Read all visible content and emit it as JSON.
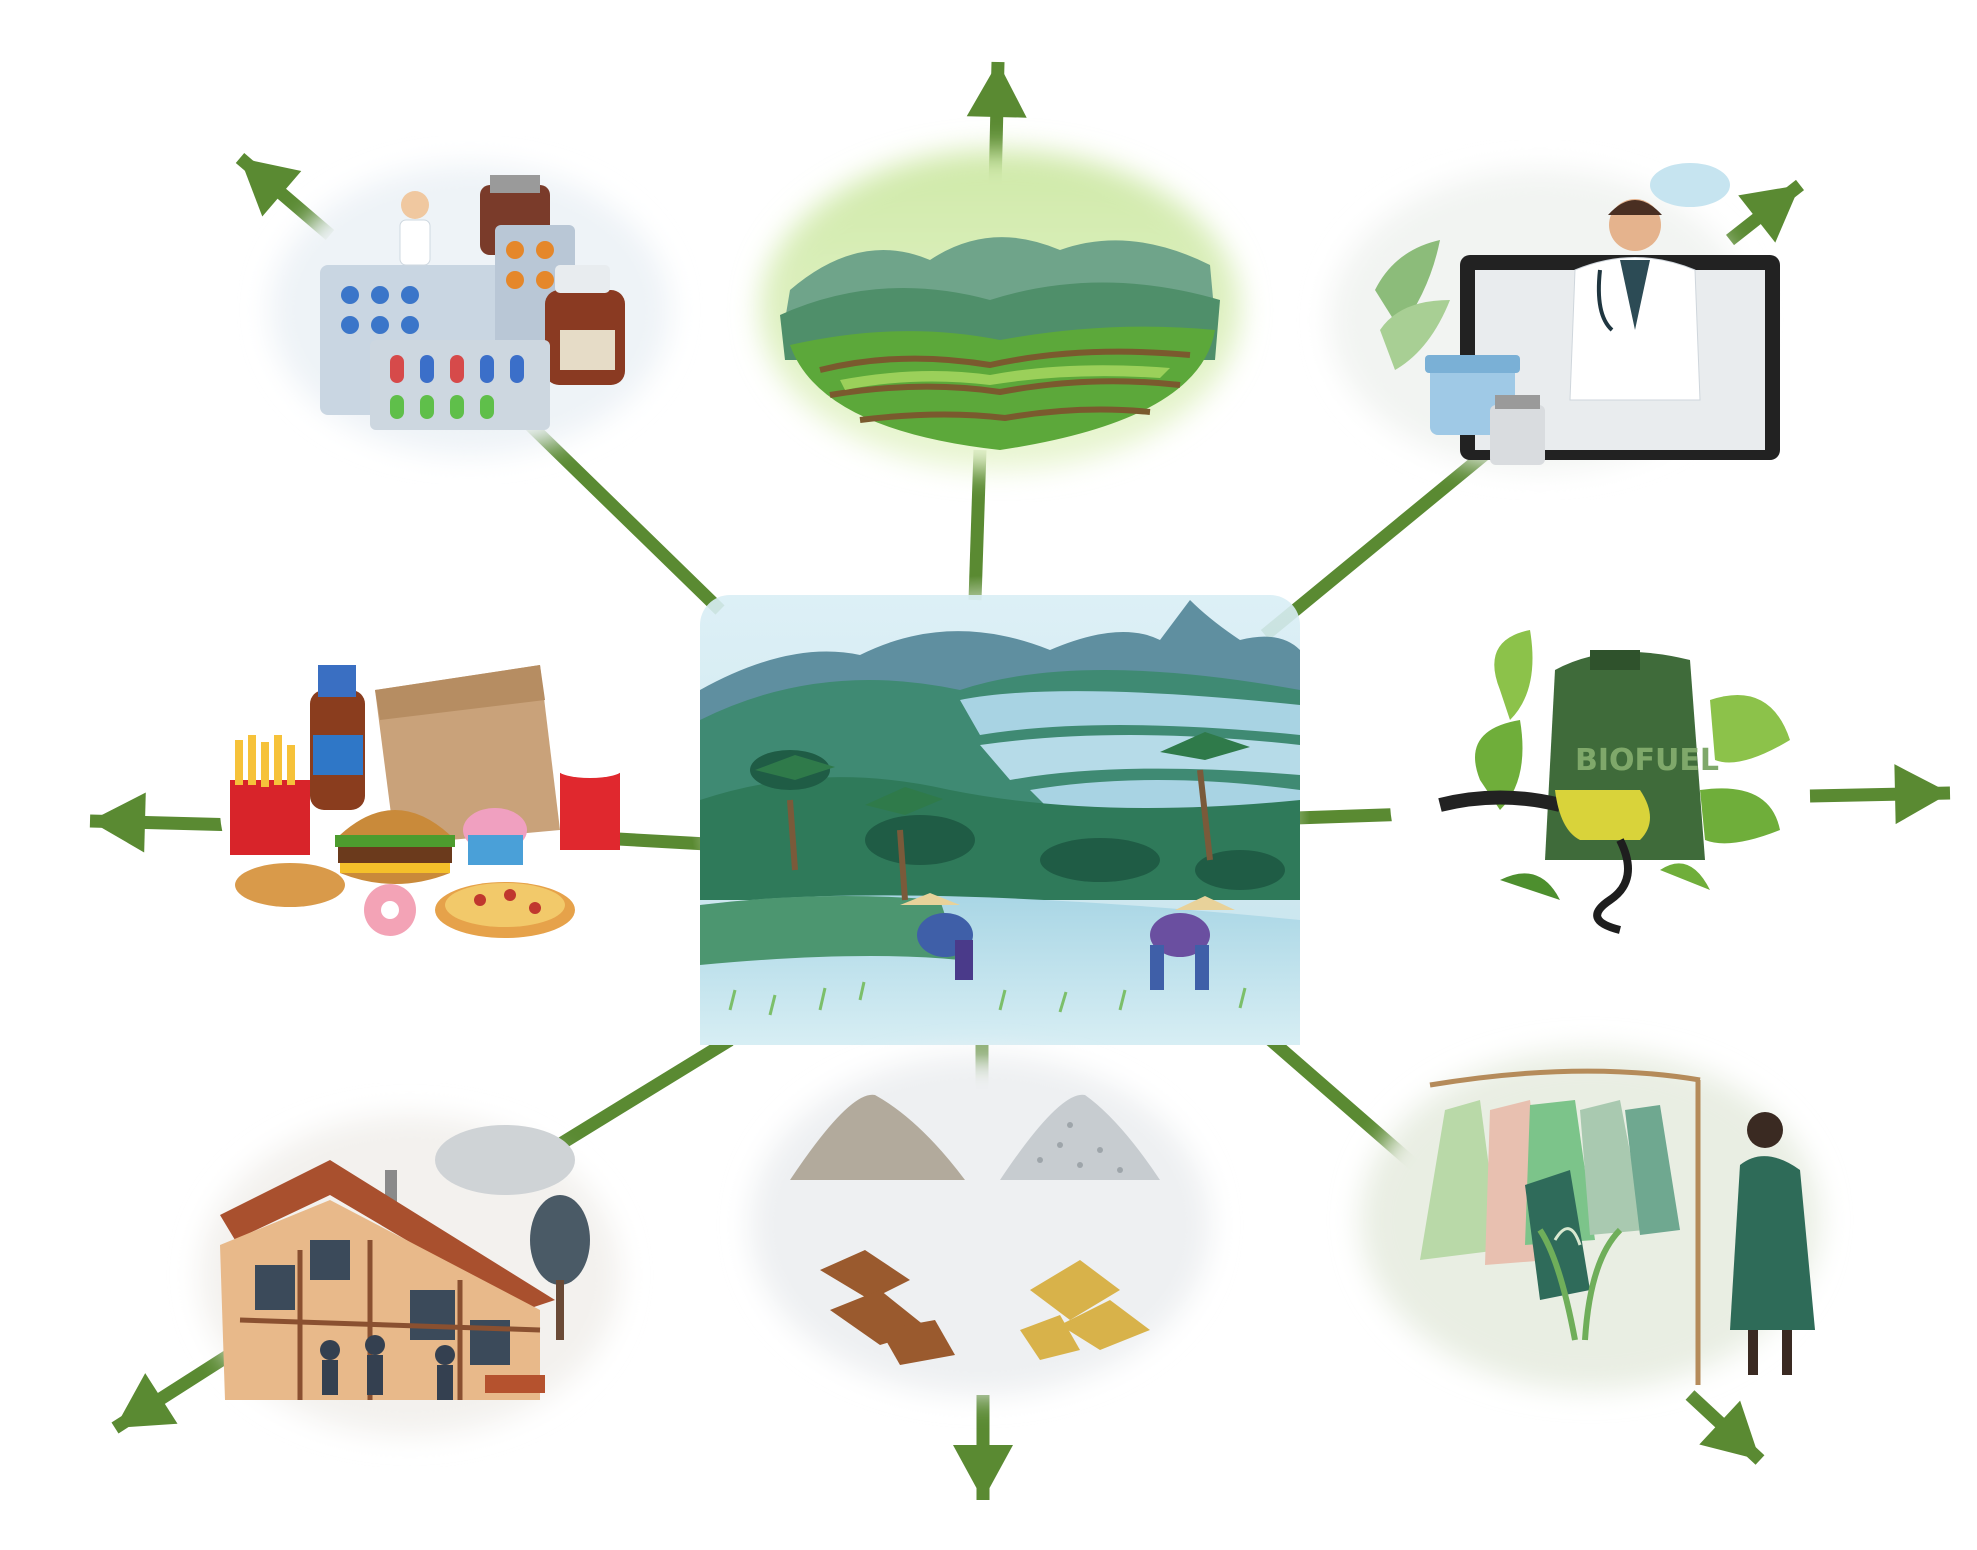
{
  "diagram": {
    "arrow_color": "#5a8a32",
    "center": {
      "name": "rice-terrace-farmers-scene"
    },
    "nodes": [
      {
        "name": "pharmaceuticals-node"
      },
      {
        "name": "rice-terrace-landscape-node"
      },
      {
        "name": "telemedicine-doctor-node"
      },
      {
        "name": "fast-food-node"
      },
      {
        "name": "biofuel-node",
        "label": "BIOFUEL"
      },
      {
        "name": "construction-house-node"
      },
      {
        "name": "building-materials-node"
      },
      {
        "name": "sustainable-clothing-node"
      }
    ]
  }
}
